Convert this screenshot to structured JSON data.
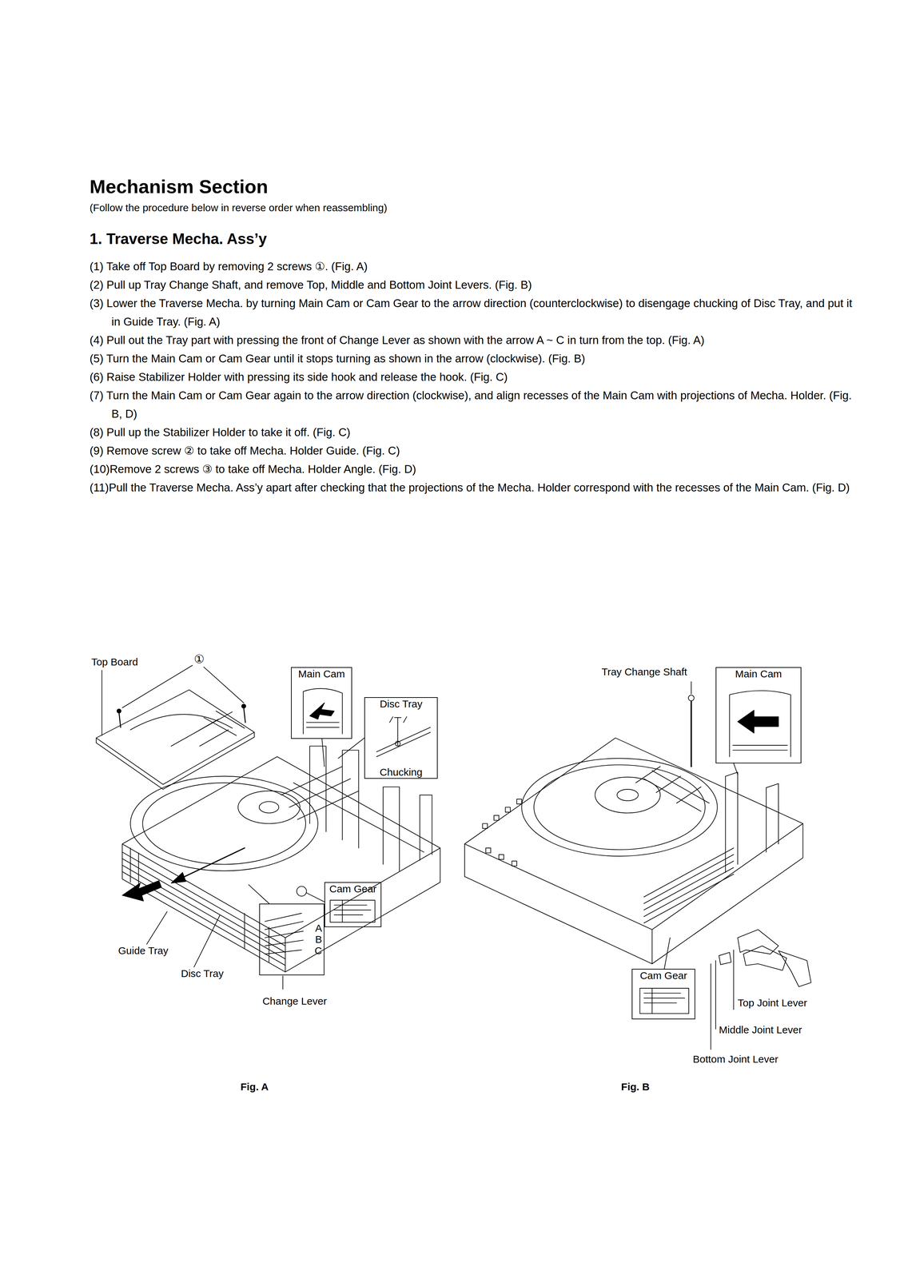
{
  "diagram": {
    "title": "Mechanism Section",
    "nodes": [
      {
        "text": [
          "Main Cam"
        ]
      },
      {
        "text": [
          "Disc Tray",
          "Chucking"
        ]
      },
      {
        "text": [
          "Cam Gear"
        ]
      },
      {
        "text": [
          "A",
          "B",
          "C"
        ]
      },
      {
        "text": [
          "Main Cam"
        ]
      },
      {
        "text": [
          "Cam Gear"
        ]
      }
    ],
    "labels": [
      "(Follow the procedure below in reverse order when reassembling)",
      "1. Traverse Mecha. Ass’y",
      "(1) Take off Top Board by removing 2 screws ①. (Fig. A)",
      "(2) Pull up Tray Change Shaft, and remove Top, Middle and Bottom Joint Levers. (Fig. B)",
      "(3) Lower the Traverse Mecha. by turning Main Cam or Cam Gear to the arrow direction (counterclockwise) to disengage chucking of Disc Tray, and put it in Guide Tray. (Fig. A)",
      "(4) Pull out the Tray part with pressing the front of Change Lever as shown with the arrow A ~ C in turn from the top. (Fig. A)",
      "(5) Turn the Main Cam or Cam Gear until it stops turning as shown in the arrow (clockwise). (Fig. B)",
      "(6) Raise Stabilizer Holder with pressing its side hook and release the hook. (Fig. C)",
      "(7) Turn the Main Cam or Cam Gear again to the arrow direction (clockwise), and align recesses of the Main Cam with projections of Mecha. Holder. (Fig. B, D)",
      "(8) Pull up the Stabilizer Holder to take it off. (Fig. C)",
      "(9) Remove screw ② to take off Mecha. Holder Guide. (Fig. C)",
      "(10)Remove 2 screws ③ to take off Mecha. Holder Angle. (Fig. D)",
      "(11)Pull the Traverse Mecha. Ass’y apart after checking that the projections of the Mecha. Holder correspond with the recesses of the Main Cam. (Fig. D)",
      "Top Board",
      "①",
      "Guide Tray",
      "Disc Tray",
      "Change Lever",
      "Fig. A",
      "Tray Change Shaft",
      "Top Joint Lever",
      "Middle Joint Lever",
      "Bottom Joint Lever",
      "Fig. B"
    ]
  }
}
